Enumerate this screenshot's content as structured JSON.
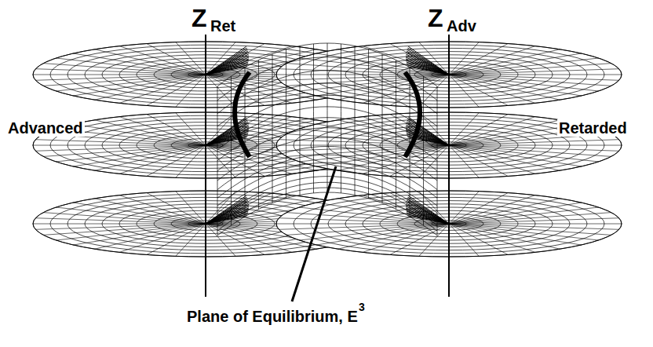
{
  "diagram": {
    "labels": [
      "Z",
      "Ret",
      "Z",
      "Adv",
      "Advanced",
      "Retarded",
      "Plane of Equilibrium, E",
      "3"
    ]
  }
}
